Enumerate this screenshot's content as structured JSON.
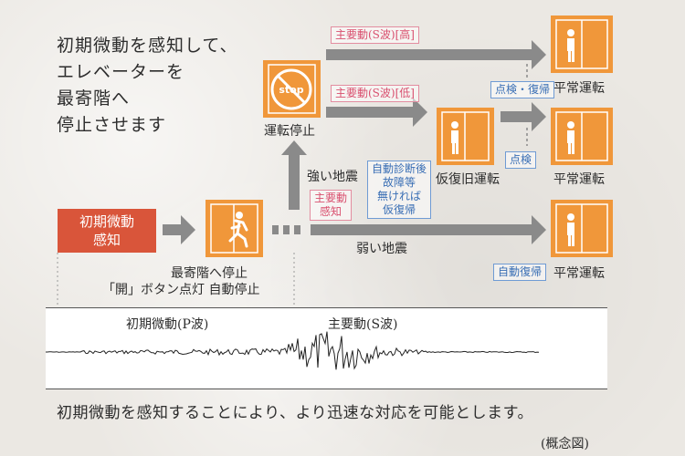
{
  "intro": {
    "line1": "初期微動を感知して、",
    "line2": "エレベーターを",
    "line3": "最寄階へ",
    "line4": "停止させます"
  },
  "trigger": {
    "line1": "初期微動",
    "line2": "感知"
  },
  "stop_icon_text": "stop",
  "labels": {
    "nearest_stop_1": "最寄階へ停止",
    "nearest_stop_2": "「開」ボタン点灯 自動停止",
    "operation_stop": "運転停止",
    "strong_quake": "強い地震",
    "weak_quake": "弱い地震",
    "temp_recovery": "仮復旧運転",
    "normal_1": "平常運転",
    "normal_2": "平常運転",
    "normal_3": "平常運転"
  },
  "tags": {
    "main_s_high": "主要動(S波)[高]",
    "main_s_low": "主要動(S波)[低]",
    "main_detect_1": "主要動",
    "main_detect_2": "感知",
    "diag_1": "自動診断後",
    "diag_2": "故障等",
    "diag_3": "無ければ",
    "diag_4": "仮復帰",
    "inspect_recover": "点検・復帰",
    "inspect": "点検",
    "auto_recover": "自動復帰"
  },
  "wave": {
    "p_label": "初期微動(P波)",
    "s_label": "主要動(S波)"
  },
  "footer": "初期微動を感知することにより、より迅速な対応を可能とします。",
  "concept": "(概念図)",
  "colors": {
    "orange": "#f0973a",
    "orange_dark": "#e9892e",
    "red": "#d9553a",
    "arrow_gray": "#8a8a8a",
    "pink": "#d9506f",
    "blue": "#3a6fb5"
  }
}
